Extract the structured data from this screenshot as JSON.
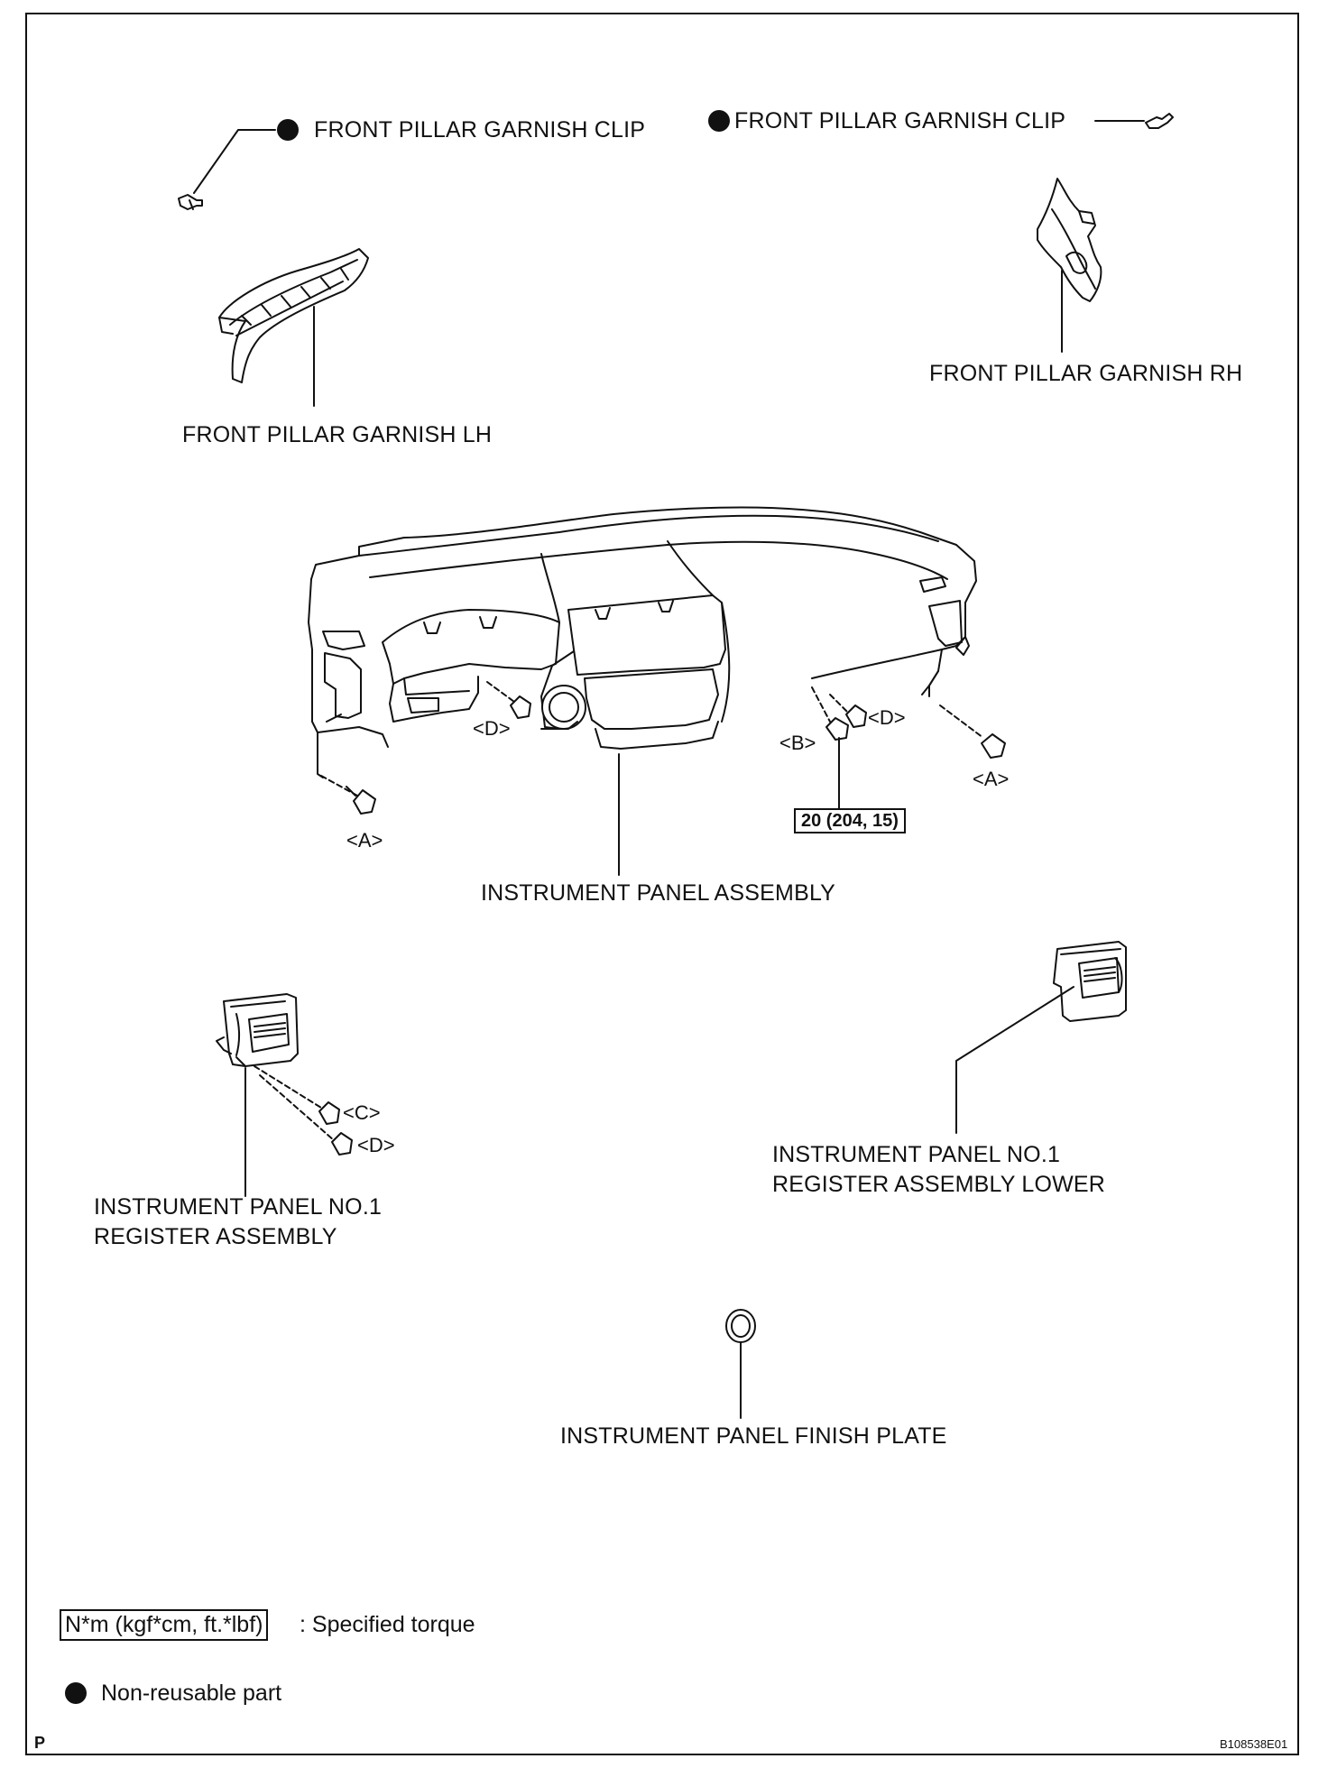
{
  "labels": {
    "clip_lh": "FRONT PILLAR GARNISH CLIP",
    "clip_rh": "FRONT PILLAR GARNISH CLIP",
    "garnish_lh": "FRONT PILLAR GARNISH LH",
    "garnish_rh": "FRONT PILLAR GARNISH RH",
    "instrument_panel": "INSTRUMENT PANEL ASSEMBLY",
    "register_lower": "INSTRUMENT PANEL NO.1\nREGISTER ASSEMBLY LOWER",
    "register": "INSTRUMENT PANEL NO.1\nREGISTER ASSEMBLY",
    "finish_plate": "INSTRUMENT PANEL FINISH PLATE"
  },
  "refs": {
    "a_left": "<A>",
    "a_right": "<A>",
    "d_center": "<D>",
    "d_right": "<D>",
    "b_right": "<B>",
    "c_register": "<C>",
    "d_register": "<D>"
  },
  "torque": "20 (204, 15)",
  "legend": {
    "torque_box": "N*m (kgf*cm, ft.*lbf)",
    "torque_text": ": Specified torque",
    "nonreusable_text": "Non-reusable part"
  },
  "footer": {
    "left_code": "P",
    "right_code": "B108538E01"
  },
  "icons": {
    "nonreusable": "filled-circle-icon"
  }
}
